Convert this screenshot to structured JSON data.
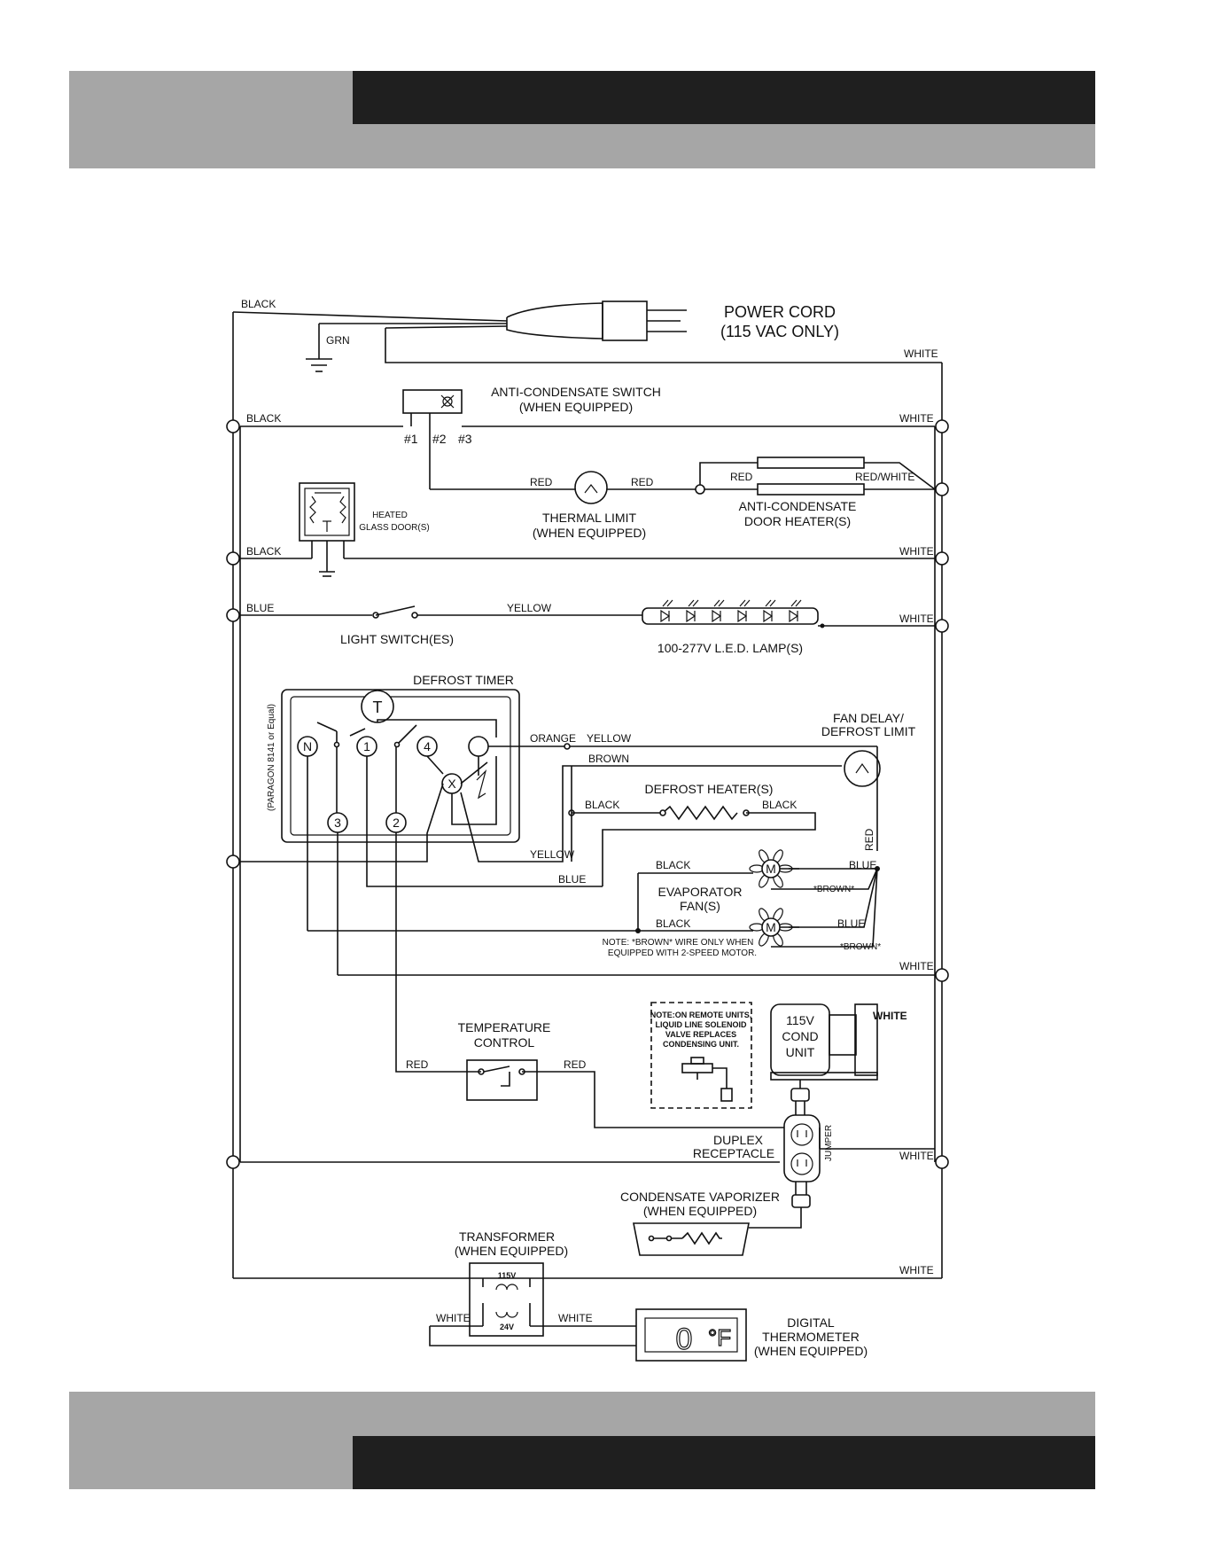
{
  "power_cord": {
    "title": "POWER CORD",
    "subtitle": "(115 VAC ONLY)"
  },
  "wires": {
    "black": "BLACK",
    "grn": "GRN",
    "white": "WHITE",
    "red": "RED",
    "red_white": "RED/WHITE",
    "blue": "BLUE",
    "yellow": "YELLOW",
    "orange": "ORANGE",
    "brown": "BROWN",
    "brown_note": "*BROWN*"
  },
  "anti_condensate_switch": {
    "title": "ANTI-CONDENSATE SWITCH",
    "subtitle": "(WHEN EQUIPPED)",
    "t1": "#1",
    "t2": "#2",
    "t3": "#3"
  },
  "thermal_limit": {
    "title": "THERMAL LIMIT",
    "subtitle": "(WHEN EQUIPPED)"
  },
  "door_heater": {
    "title": "ANTI-CONDENSATE",
    "subtitle": "DOOR HEATER(S)"
  },
  "heated_glass": {
    "line1": "HEATED",
    "line2": "GLASS DOOR(S)"
  },
  "light_switch": "LIGHT SWITCH(ES)",
  "led_lamp": "100-277V L.E.D. LAMP(S)",
  "defrost_timer": {
    "title": "DEFROST TIMER",
    "side": "(PARAGON 8141 or Equal)",
    "t": "T",
    "n": "N",
    "one": "1",
    "two": "2",
    "three": "3",
    "four": "4",
    "x": "X"
  },
  "fan_delay": {
    "line1": "FAN DELAY/",
    "line2": "DEFROST LIMIT"
  },
  "defrost_heater": "DEFROST HEATER(S)",
  "evaporator": {
    "line1": "EVAPORATOR",
    "line2": "FAN(S)",
    "motor": "M"
  },
  "note_brown": {
    "line1": "NOTE:  *BROWN*  WIRE ONLY WHEN",
    "line2": "EQUIPPED WITH 2-SPEED MOTOR."
  },
  "temperature_control": {
    "line1": "TEMPERATURE",
    "line2": "CONTROL"
  },
  "remote_note": {
    "line1": "NOTE:ON REMOTE UNITS,",
    "line2": "LIQUID LINE SOLENOID",
    "line3": "VALVE REPLACES",
    "line4": "CONDENSING UNIT."
  },
  "cond_unit": {
    "line1": "115V",
    "line2": "COND",
    "line3": "UNIT"
  },
  "duplex": {
    "line1": "DUPLEX",
    "line2": "RECEPTACLE",
    "jumper": "JUMPER"
  },
  "vaporizer": {
    "title": "CONDENSATE VAPORIZER",
    "subtitle": "(WHEN EQUIPPED)"
  },
  "transformer": {
    "title": "TRANSFORMER",
    "subtitle": "(WHEN EQUIPPED)",
    "primary": "115V",
    "secondary": "24V"
  },
  "thermometer": {
    "title": "DIGITAL",
    "line2": "THERMOMETER",
    "line3": "(WHEN EQUIPPED)",
    "reading": "0",
    "unit": "°F"
  }
}
